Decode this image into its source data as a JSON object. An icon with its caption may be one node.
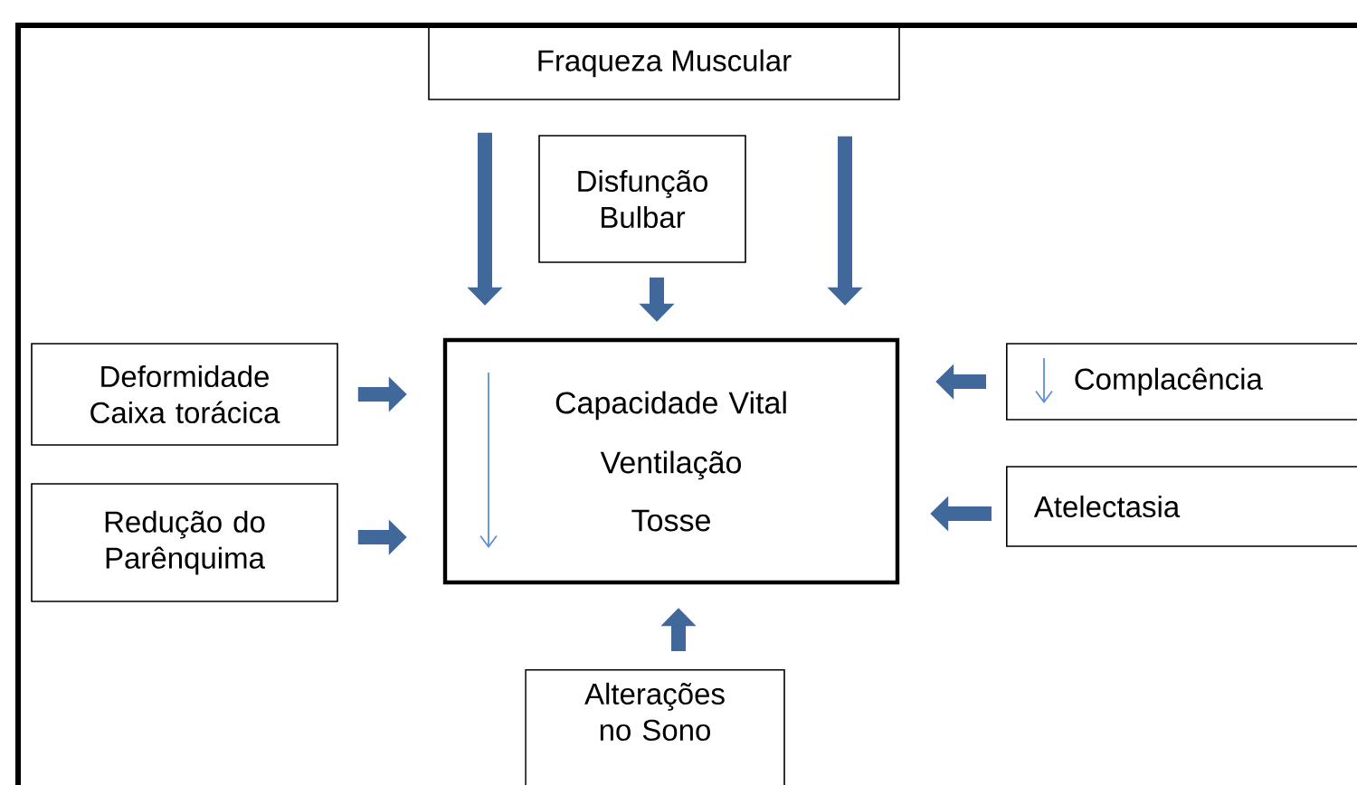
{
  "diagram": {
    "nodes": [
      {
        "text": [
          "Fraqueza Muscular"
        ]
      },
      {
        "text": [
          "Disfunção Bulbar"
        ]
      },
      {
        "text": [
          "Deformidade Caixa torácica"
        ]
      },
      {
        "text": [
          "Capacidade Vital",
          "Ventilação",
          "Tosse"
        ]
      },
      {
        "text": [
          "Complacência"
        ]
      },
      {
        "text": [
          "Redução do Parênquima"
        ]
      },
      {
        "text": [
          "Atelectasia"
        ]
      },
      {
        "text": [
          "Alterações no Sono"
        ]
      }
    ],
    "edges": [
      {
        "from": 0,
        "to": 3,
        "arrow": "to"
      },
      {
        "from": 0,
        "to": 3,
        "arrow": "to"
      },
      {
        "from": 1,
        "to": 3,
        "arrow": "to"
      },
      {
        "from": 2,
        "to": 3,
        "arrow": "to"
      },
      {
        "from": 4,
        "to": 3,
        "arrow": "to"
      },
      {
        "from": 5,
        "to": 3,
        "arrow": "to"
      },
      {
        "from": 6,
        "to": 3,
        "arrow": "to"
      },
      {
        "from": 7,
        "to": 3,
        "arrow": "to"
      }
    ]
  }
}
